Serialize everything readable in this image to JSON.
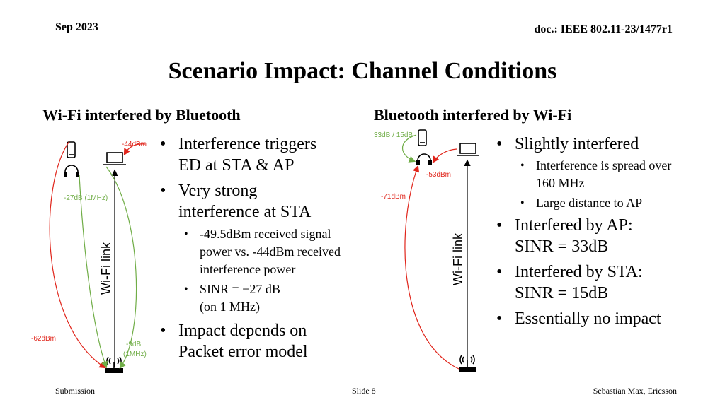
{
  "header": {
    "date": "Sep 2023",
    "doc": "doc.: IEEE 802.11-23/1477r1"
  },
  "title": "Scenario Impact: Channel Conditions",
  "left": {
    "heading": "Wi-Fi interfered by Bluetooth",
    "labels": {
      "bt_to_sta": "-44dBm",
      "sir_sta": "-27dB (1MHz)",
      "bt_to_ap": "-62dBm",
      "sir_ap_1": "-9dB",
      "sir_ap_2": "(1MHz)",
      "wifi_link": "Wi-Fi link"
    },
    "bullets": [
      {
        "text": "Interference triggers ED at STA & AP",
        "sub": []
      },
      {
        "text": "Very strong interference at STA",
        "sub": [
          "-49.5dBm received signal power vs. -44dBm received interference power",
          "SINR = −27 dB (on 1 MHz)"
        ]
      },
      {
        "text": "Impact depends on Packet error model",
        "sub": []
      }
    ]
  },
  "right": {
    "heading": "Bluetooth interfered by Wi-Fi",
    "labels": {
      "phone_sinr": "33dB / 15dB",
      "sta_to_bt": "-53dBm",
      "ap_to_bt": "-71dBm",
      "wifi_link": "Wi-Fi link"
    },
    "bullets": [
      {
        "text": "Slightly interfered",
        "sub": [
          "Interference is spread over 160 MHz",
          "Large distance to AP"
        ]
      },
      {
        "text": "Interfered by AP: SINR = 33dB",
        "sub": []
      },
      {
        "text": "Interfered by STA: SINR = 15dB",
        "sub": []
      },
      {
        "text": "Essentially no impact",
        "sub": []
      }
    ]
  },
  "footer": {
    "left": "Submission",
    "center": "Slide 8",
    "right": "Sebastian Max, Ericsson"
  },
  "colors": {
    "green": "#70AD47",
    "red": "#E0251B"
  }
}
